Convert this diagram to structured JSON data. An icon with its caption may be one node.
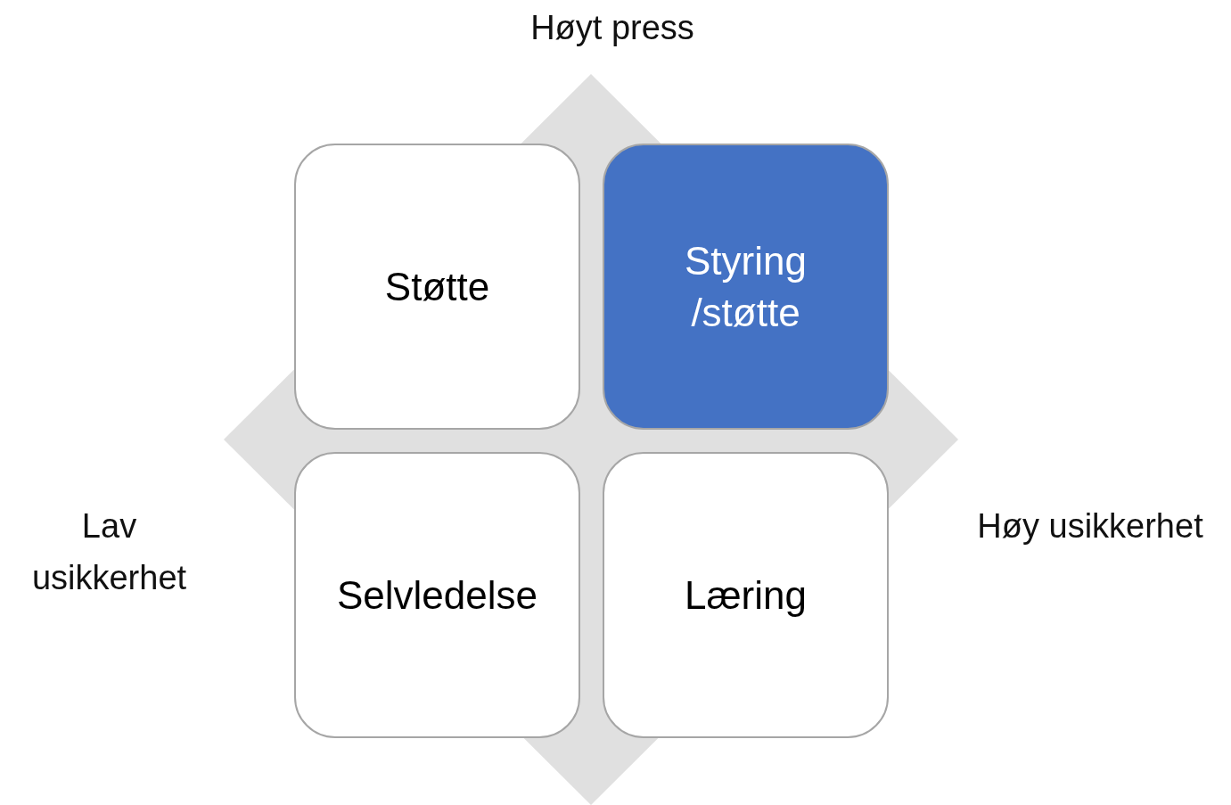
{
  "diagram": {
    "nodes": [
      {
        "text": [
          "Støtte"
        ]
      },
      {
        "text": [
          "Styring /støtte"
        ]
      },
      {
        "text": [
          "Selvledelse"
        ]
      },
      {
        "text": [
          "Læring"
        ]
      }
    ],
    "edges": [],
    "labels": [
      "Høyt press",
      "Lav usikkerhet",
      "Høy usikkerhet"
    ]
  }
}
